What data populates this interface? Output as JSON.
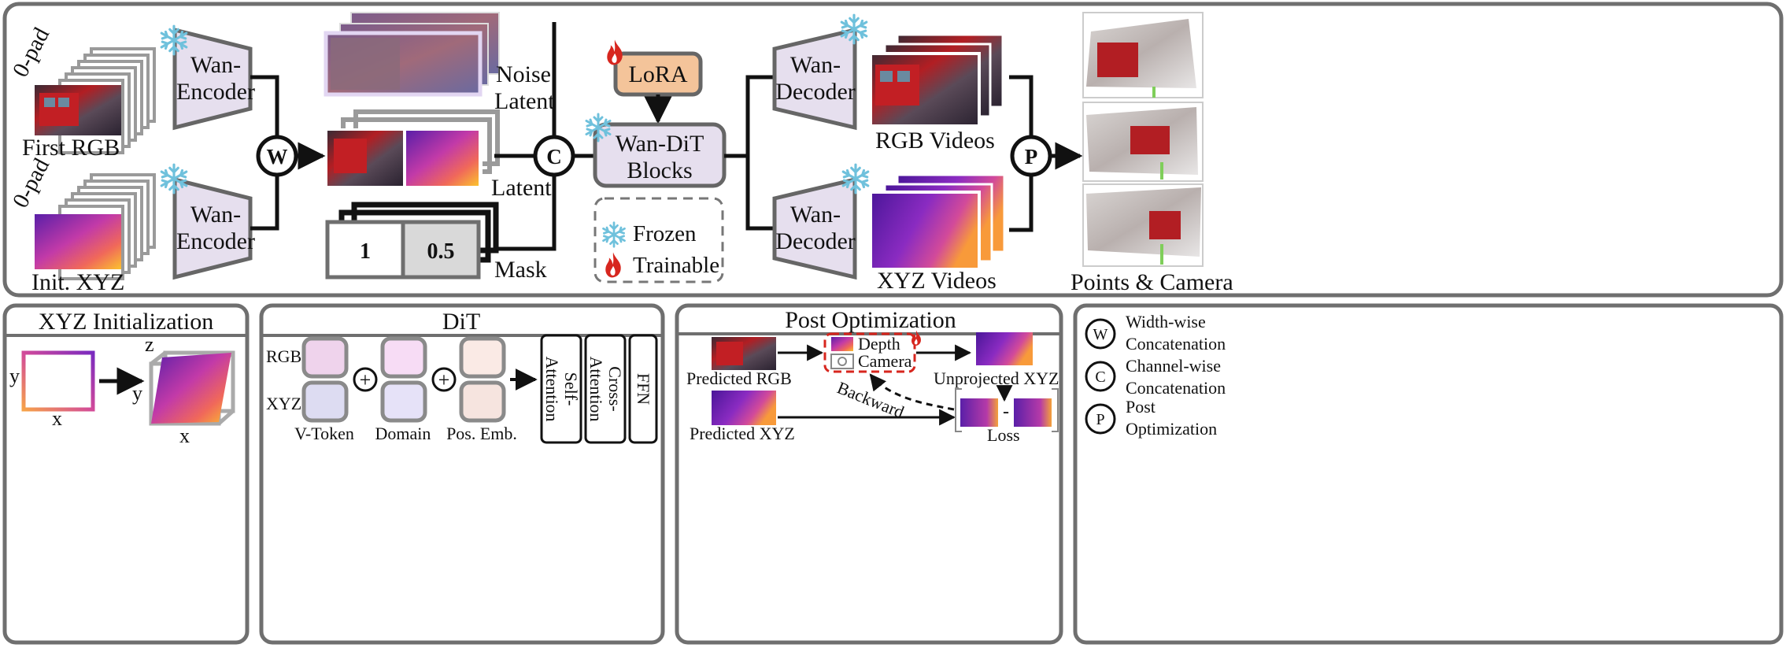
{
  "main": {
    "first_rgb": "First RGB",
    "init_xyz": "Init. XYZ",
    "zero_pad": "0-pad",
    "encoder_line1": "Wan-",
    "encoder_line2": "Encoder",
    "decoder_line1": "Wan-",
    "decoder_line2": "Decoder",
    "w_symbol": "W",
    "c_symbol": "C",
    "p_symbol": "P",
    "noise_line1": "Noise",
    "noise_line2": "Latent",
    "latent": "Latent",
    "mask": "Mask",
    "mask_left": "1",
    "mask_right": "0.5",
    "lora": "LoRA",
    "dit_line1": "Wan-DiT",
    "dit_line2": "Blocks",
    "legend_frozen": "Frozen",
    "legend_trainable": "Trainable",
    "rgb_videos": "RGB Videos",
    "xyz_videos": "XYZ Videos",
    "points_camera": "Points & Camera"
  },
  "xyz_init": {
    "title": "XYZ Initialization",
    "axis_x": "x",
    "axis_y": "y",
    "axis_z": "z"
  },
  "dit": {
    "title": "DiT",
    "row_rgb": "RGB",
    "row_xyz": "XYZ",
    "col_vtoken": "V-Token",
    "col_domain": "Domain",
    "col_pos": "Pos. Emb.",
    "self_attn_1": "Self-",
    "self_attn_2": "Attention",
    "cross_attn_1": "Cross-",
    "cross_attn_2": "Attention",
    "ffn": "FFN",
    "plus": "+"
  },
  "post_opt": {
    "title": "Post  Optimization",
    "pred_rgb": "Predicted RGB",
    "pred_xyz": "Predicted XYZ",
    "depth": "Depth",
    "camera": "Camera",
    "unprojected": "Unprojected XYZ",
    "backward": "Backward",
    "loss": "Loss",
    "minus": "-"
  },
  "legend2": {
    "w_symbol": "W",
    "w_line1": "Width-wise",
    "w_line2": "Concatenation",
    "c_symbol": "C",
    "c_line1": "Channel-wise",
    "c_line2": "Concatenation",
    "p_symbol": "P",
    "p_line1": "Post",
    "p_line2": "Optimization"
  },
  "colors": {
    "panel_border": "#6f6f6f",
    "block_fill": "#e6dfee",
    "lora_fill": "#f4c49a",
    "lora_border": "#666666",
    "trainable_red": "#d7261e",
    "frozen_blue": "#6fc1dc",
    "mask_gray": "#d9d9d9"
  }
}
